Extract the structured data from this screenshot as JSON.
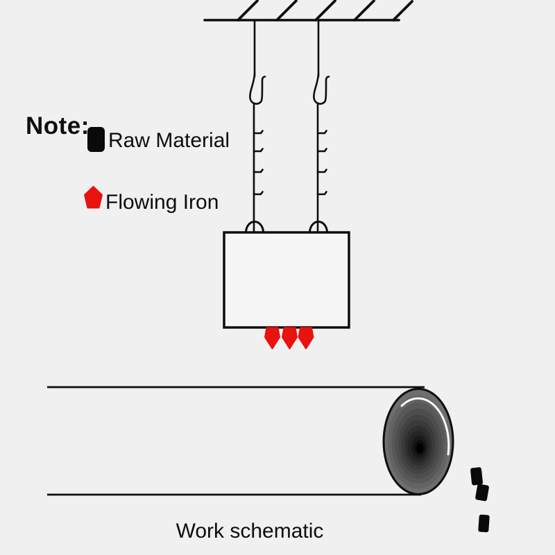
{
  "legend": {
    "title": "Note:",
    "items": [
      {
        "icon": "black-square-icon",
        "label": "Raw Material",
        "color": "#0a0a0a"
      },
      {
        "icon": "red-pentagon-icon",
        "label": "Flowing Iron",
        "color": "#e8120e"
      }
    ]
  },
  "caption": "Work schematic",
  "colors": {
    "background": "#f0f0f0",
    "line_black": "#0d0d0d",
    "box_fill": "#f5f5f5",
    "flowing_iron_red": "#e8120e",
    "raw_material_black": "#0a0a0a",
    "cylinder_outer_gray": "#6e6e6e",
    "cylinder_center_black": "#000000",
    "highlight_white": "#ffffff"
  },
  "diagram": {
    "ceiling_hatch_count": 5,
    "hoist_cable_count": 2,
    "ticks_per_cable": 4,
    "molten_drop_count": 3,
    "raw_piece_count": 3
  }
}
